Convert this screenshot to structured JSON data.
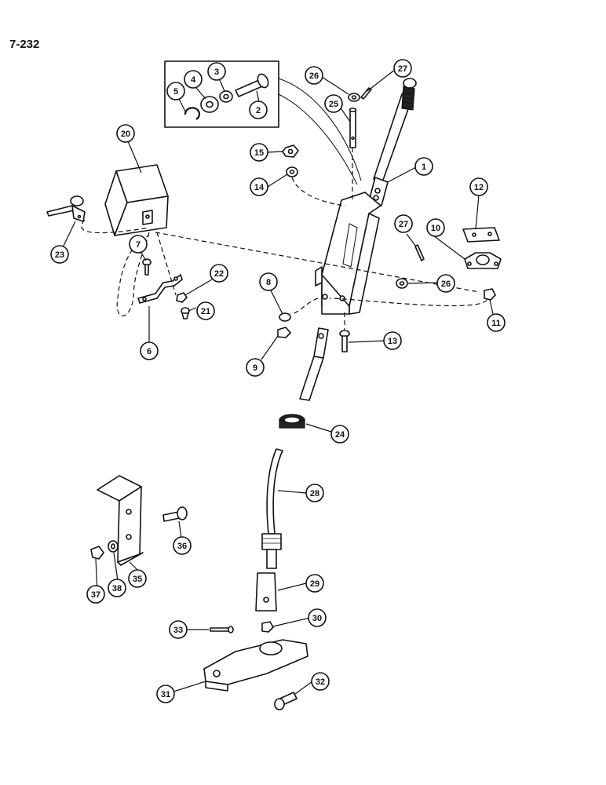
{
  "page": {
    "label": "7-232"
  },
  "callouts": [
    {
      "id": "c1",
      "text": "1"
    },
    {
      "id": "c2",
      "text": "2"
    },
    {
      "id": "c3",
      "text": "3"
    },
    {
      "id": "c4",
      "text": "4"
    },
    {
      "id": "c5",
      "text": "5"
    },
    {
      "id": "c6",
      "text": "6"
    },
    {
      "id": "c7",
      "text": "7"
    },
    {
      "id": "c8",
      "text": "8"
    },
    {
      "id": "c9",
      "text": "9"
    },
    {
      "id": "c10",
      "text": "10"
    },
    {
      "id": "c11",
      "text": "11"
    },
    {
      "id": "c12",
      "text": "12"
    },
    {
      "id": "c13",
      "text": "13"
    },
    {
      "id": "c14",
      "text": "14"
    },
    {
      "id": "c15",
      "text": "15"
    },
    {
      "id": "c20",
      "text": "20"
    },
    {
      "id": "c21",
      "text": "21"
    },
    {
      "id": "c22",
      "text": "22"
    },
    {
      "id": "c23",
      "text": "23"
    },
    {
      "id": "c24",
      "text": "24"
    },
    {
      "id": "c25",
      "text": "25"
    },
    {
      "id": "c26a",
      "text": "26"
    },
    {
      "id": "c26b",
      "text": "26"
    },
    {
      "id": "c27a",
      "text": "27"
    },
    {
      "id": "c27b",
      "text": "27"
    },
    {
      "id": "c28",
      "text": "28"
    },
    {
      "id": "c29",
      "text": "29"
    },
    {
      "id": "c30",
      "text": "30"
    },
    {
      "id": "c31",
      "text": "31"
    },
    {
      "id": "c32",
      "text": "32"
    },
    {
      "id": "c33",
      "text": "33"
    },
    {
      "id": "c35",
      "text": "35"
    },
    {
      "id": "c36",
      "text": "36"
    },
    {
      "id": "c37",
      "text": "37"
    },
    {
      "id": "c38",
      "text": "38"
    }
  ]
}
